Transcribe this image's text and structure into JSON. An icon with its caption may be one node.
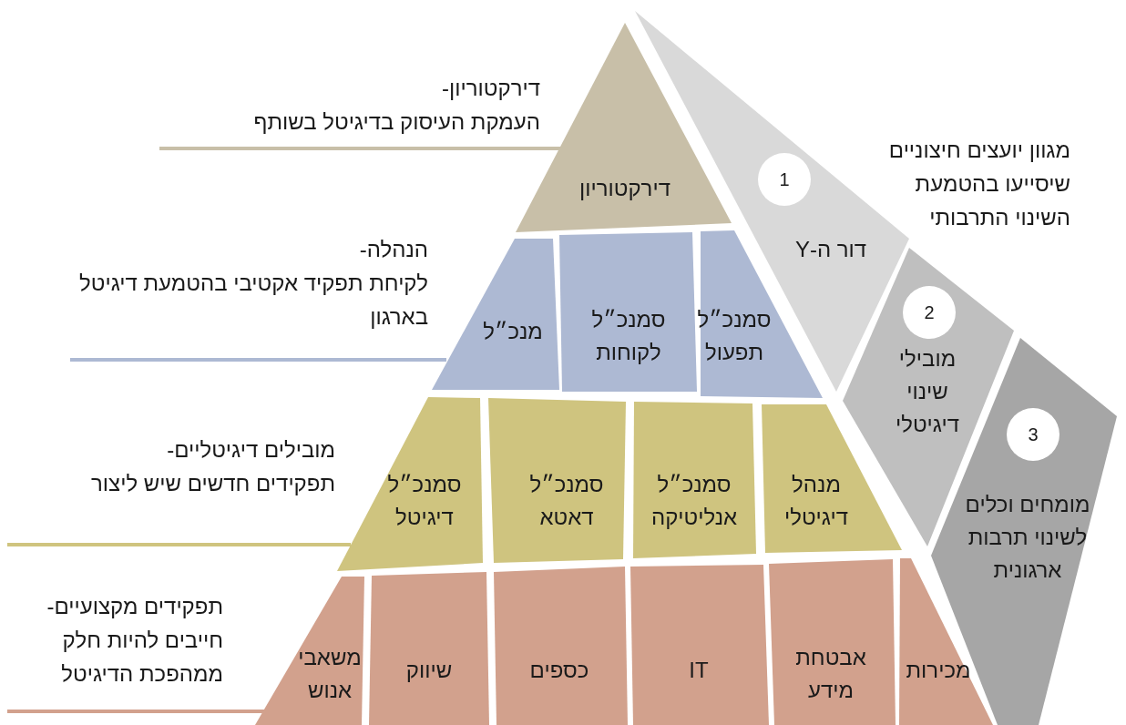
{
  "diagram": {
    "nodes": [
      {
        "text": [
          "דירקטוריון"
        ]
      },
      {
        "text": [
          "מנכ״ל"
        ]
      },
      {
        "text": [
          "סמנכ״ל לקוחות"
        ]
      },
      {
        "text": [
          "סמנכ״ל תפעול"
        ]
      },
      {
        "text": [
          "סמנכ״ל דיגיטל"
        ]
      },
      {
        "text": [
          "סמנכ״ל דאטא"
        ]
      },
      {
        "text": [
          "סמנכ״ל אנליטיקה"
        ]
      },
      {
        "text": [
          "מנהל דיגיטלי"
        ]
      },
      {
        "text": [
          "משאבי אנוש"
        ]
      },
      {
        "text": [
          "שיווק"
        ]
      },
      {
        "text": [
          "כספים"
        ]
      },
      {
        "text": [
          "IT"
        ]
      },
      {
        "text": [
          "אבטחת מידע"
        ]
      },
      {
        "text": [
          "מכירות"
        ]
      },
      {
        "text": [
          "1",
          "דור ה-Y"
        ]
      },
      {
        "text": [
          "2",
          "מובילי שינוי דיגיטלי"
        ]
      },
      {
        "text": [
          "3",
          "מומחים וכלים לשינוי תרבות ארגונית"
        ]
      }
    ],
    "labels": [
      "דירקטוריון-",
      "העמקת העיסוק בדיגיטל בשותף",
      "הנהלה-",
      "לקיחת תפקיד אקטיבי בהטמעת דיגיטל בארגון",
      "מובילים דיגיטליים-",
      "תפקידים חדשים שיש ליצור",
      "תפקידים מקצועיים-",
      "חייבים להיות חלק ממהפכת הדיגיטל",
      "מגוון יועצים חיצוניים שיסייעו בהטמעת השינוי התרבותי"
    ]
  }
}
